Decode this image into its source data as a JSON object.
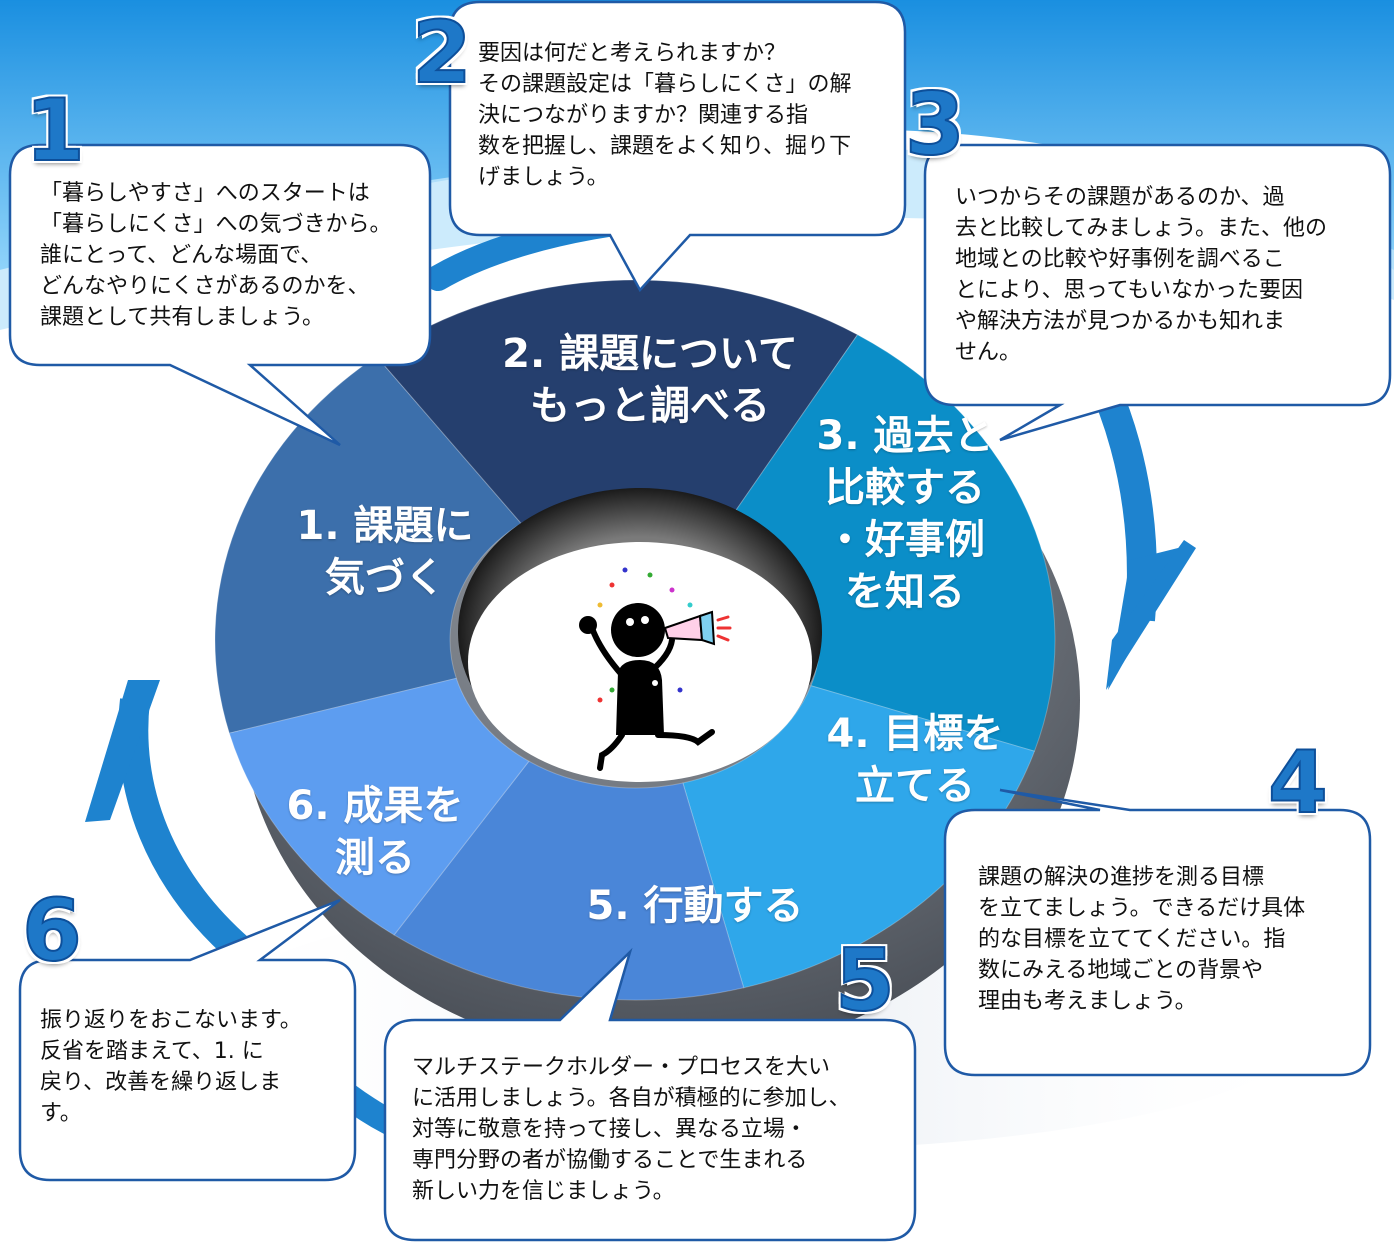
{
  "steps": [
    {
      "number": "1",
      "label": "1. 課題に\n気づく",
      "callout": "「暮らしやすさ」へのスタートは\n「暮らしにくさ」への気づきから。\n誰にとって、どんな場面で、\nどんなやりにくさがあるのかを、\n課題として共有しましょう。"
    },
    {
      "number": "2",
      "label": "2. 課題について\nもっと調べる",
      "callout": "要因は何だと考えられますか？\nその課題設定は「暮らしにくさ」の解\n決につながりますか？関連する指\n数を把握し、課題をよく知り、掘り下\nげましょう。"
    },
    {
      "number": "3",
      "label": "3. 過去と\n比較する\n・好事例\nを知る",
      "callout": "いつからその課題があるのか、過\n去と比較してみましょう。また、他の\n地域との比較や好事例を調べるこ\nとにより、思ってもいなかった要因\nや解決方法が見つかるかも知れま\nせん。"
    },
    {
      "number": "4",
      "label": "4. 目標を\n立てる",
      "callout": "課題の解決の進捗を測る目標\nを立てましょう。できるだけ具体\n的な目標を立ててください。指\n数にみえる地域ごとの背景や\n理由も考えましょう。"
    },
    {
      "number": "5",
      "label": "5. 行動する",
      "callout": "マルチステークホルダー・プロセスを大い\nに活用しましょう。各自が積極的に参加し、\n対等に敬意を持って接し、異なる立場・\n専門分野の者が協働することで生まれる\n新しい力を信じましょう。"
    },
    {
      "number": "6",
      "label": "6. 成果を\n測る",
      "callout": "振り返りをおこないます。\n反省を踏まえて、1. に\n戻り、改善を繰り返しま\nす。"
    }
  ],
  "colors": {
    "seg1": "#3c6fab",
    "seg2": "#253f6e",
    "seg3": "#0b8ec8",
    "seg4": "#2fa7ea",
    "seg5": "#4a86d8",
    "seg6": "#5d9df0",
    "arrow": "#1e83cf",
    "number": "#1e78c8"
  },
  "icons": {
    "center": "celebrating-person-with-megaphone-icon"
  }
}
